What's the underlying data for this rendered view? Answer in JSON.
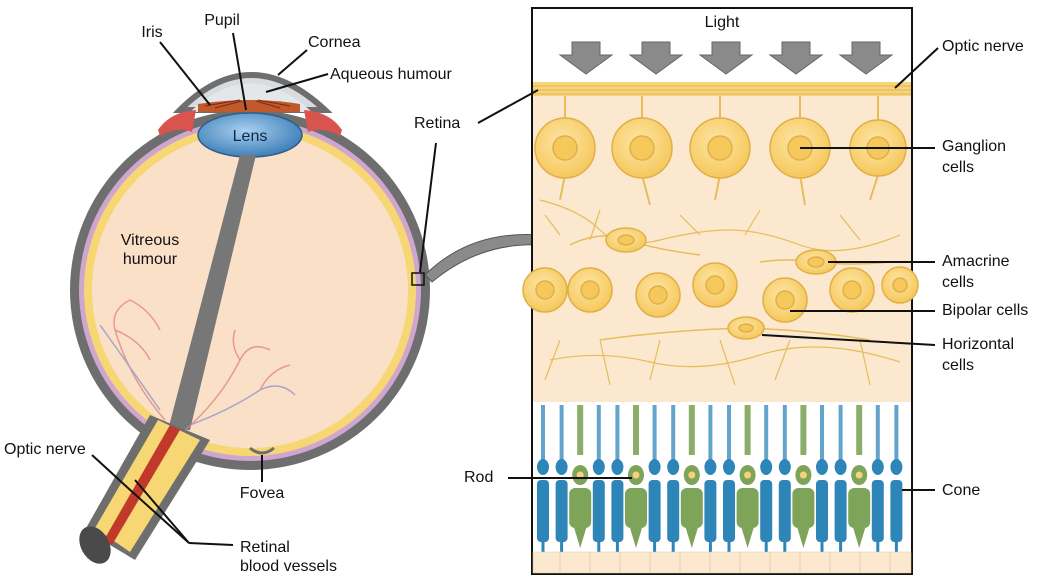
{
  "labels": {
    "pupil": "Pupil",
    "iris": "Iris",
    "cornea": "Cornea",
    "aqueous_humour": "Aqueous humour",
    "lens": "Lens",
    "vitreous_humour_1": "Vitreous",
    "vitreous_humour_2": "humour",
    "optic_nerve_eye": "Optic nerve",
    "fovea": "Fovea",
    "retinal_vessels_1": "Retinal",
    "retinal_vessels_2": "blood vessels",
    "retina": "Retina",
    "light": "Light",
    "optic_nerve_retina": "Optic nerve",
    "ganglion_1": "Ganglion",
    "ganglion_2": "cells",
    "amacrine_1": "Amacrine",
    "amacrine_2": "cells",
    "bipolar": "Bipolar cells",
    "horizontal_1": "Horizontal",
    "horizontal_2": "cells",
    "rod": "Rod",
    "cone": "Cone"
  },
  "colors": {
    "sclera": "#6e6e6e",
    "vitreous": "#fbe0c8",
    "retina_layer": "#f7d774",
    "choroid": "#c8a0c8",
    "lens": "#5b9bd5",
    "iris": "#c0392b",
    "cell_fill": "#f8d27a",
    "cell_stroke": "#e0b048",
    "rod": "#2e86b8",
    "cone": "#7ea45a",
    "arrow": "#8a8a8a"
  }
}
